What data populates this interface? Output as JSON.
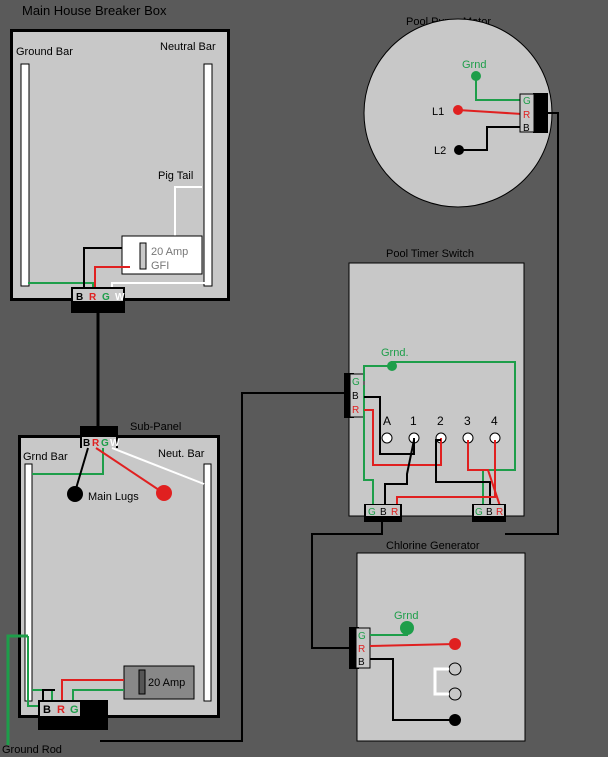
{
  "title": "Main House Breaker Box",
  "main_box": {
    "ground_bar": "Ground Bar",
    "neutral_bar": "Neutral Bar",
    "pig_tail": "Pig Tail",
    "gfi_line1": "20 Amp",
    "gfi_line2": "GFI",
    "terminals": [
      "B",
      "R",
      "G",
      "W"
    ]
  },
  "pump": {
    "title": "Pool Pump Motor",
    "grnd": "Grnd",
    "l1": "L1",
    "l2": "L2",
    "terminals": [
      "G",
      "R",
      "B"
    ]
  },
  "timer": {
    "title": "Pool Timer Switch",
    "grnd": "Grnd.",
    "inputs": [
      "G",
      "B",
      "R"
    ],
    "contacts": [
      "A",
      "1",
      "2",
      "3",
      "4"
    ],
    "bottom_left": [
      "G",
      "B",
      "R"
    ],
    "bottom_right": [
      "G",
      "B",
      "R"
    ]
  },
  "subpanel": {
    "title": "Sub-Panel",
    "grnd_bar": "Grnd Bar",
    "neut_bar": "Neut. Bar",
    "main_lugs": "Main Lugs",
    "breaker": "20 Amp",
    "top_terminals": [
      "B",
      "R",
      "G",
      "W"
    ],
    "bottom_terminals": [
      "B",
      "R",
      "G"
    ],
    "ground_rod": "Ground Rod"
  },
  "chlorine": {
    "title": "Chlorine Generator",
    "grnd": "Grnd",
    "terminals": [
      "G",
      "R",
      "B"
    ]
  },
  "colors": {
    "background": "#5a5a5a",
    "panel": "#c8c8c8",
    "green": "#1e9e4a",
    "red": "#e02020",
    "black": "#000000",
    "white": "#ffffff"
  }
}
